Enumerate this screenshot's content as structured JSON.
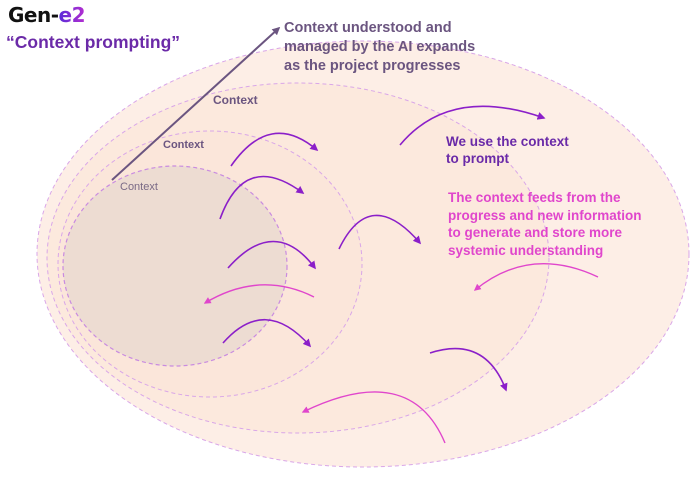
{
  "header": {
    "brand_prefix": "Gen-",
    "brand_suffix": "e2",
    "subtitle": "“Context prompting”"
  },
  "annotations": {
    "expansion_lines": [
      "Context understood  and",
      "managed by the AI expands",
      "as the project progresses"
    ],
    "prompt_lines": [
      "We use the context",
      "to prompt"
    ],
    "feeds_lines": [
      "The context feeds from the",
      "progress and new information",
      "to generate and store more",
      "systemic understanding"
    ]
  },
  "context_rings": {
    "labels": [
      "Context",
      "Context",
      "Context"
    ],
    "count": 4
  },
  "arrows": {
    "prompt_arrows": 7,
    "feedback_arrows": 3
  },
  "colors": {
    "ring_outer_fill": "#FDEEE6",
    "ring_mid_fill": "#FCE9DD",
    "ring_inner_fill": "#EDDCD2",
    "ring_stroke": "#D9A6E8",
    "prompt_arrow": "#8B1FC9",
    "feedback_arrow": "#E046CC",
    "growth_arrow": "#6B5580"
  }
}
